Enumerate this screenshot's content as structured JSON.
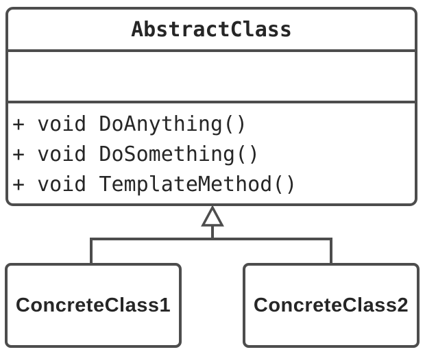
{
  "diagram": {
    "kind": "uml-class-diagram",
    "colors": {
      "line": "#4d4d4d",
      "text": "#262626",
      "background": "#ffffff"
    },
    "abstract_class": {
      "name": "AbstractClass",
      "attributes": [],
      "methods": [
        "+ void DoAnything()",
        "+ void DoSomething()",
        "+ void TemplateMethod()"
      ]
    },
    "subclasses": [
      {
        "name": "ConcreteClass1"
      },
      {
        "name": "ConcreteClass2"
      }
    ],
    "relationship": "inheritance"
  }
}
